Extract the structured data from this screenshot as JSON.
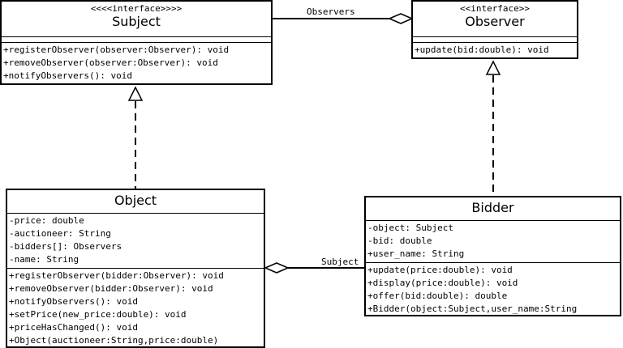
{
  "subject": {
    "stereotype": "<<<<interface>>>>",
    "name": "Subject",
    "operations": [
      "+registerObserver(observer:Observer): void",
      "+removeObserver(observer:Observer): void",
      "+notifyObservers(): void"
    ]
  },
  "observer": {
    "stereotype": "<<interface>>",
    "name": "Observer",
    "operations": [
      "+update(bid:double): void"
    ]
  },
  "object": {
    "name": "Object",
    "attributes": [
      "-price: double",
      "-auctioneer: String",
      "-bidders[]: Observers",
      "-name: String"
    ],
    "operations": [
      "+registerObserver(bidder:Observer): void",
      "+removeObserver(bidder:Observer): void",
      "+notifyObservers(): void",
      "+setPrice(new_price:double): void",
      "+priceHasChanged(): void",
      "+Object(auctioneer:String,price:double)"
    ]
  },
  "bidder": {
    "name": "Bidder",
    "attributes": [
      "-object: Subject",
      "-bid: double",
      "+user_name: String"
    ],
    "operations": [
      "+update(price:double): void",
      "+display(price:double): void",
      "+offer(bid:double): double",
      "+Bidder(object:Subject,user_name:String"
    ]
  },
  "edges": {
    "observers_label": "Observers",
    "subject_label": "Subject"
  }
}
